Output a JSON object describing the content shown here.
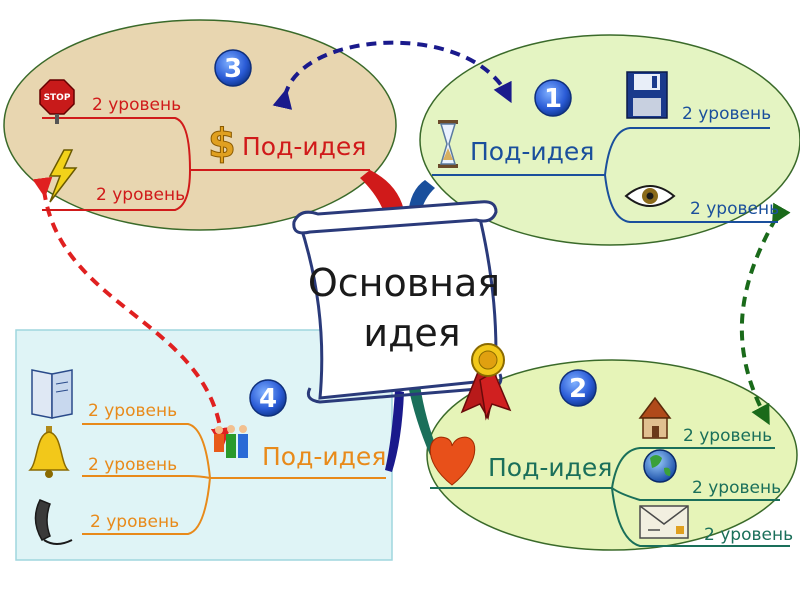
{
  "main_idea": {
    "line1": "Основная",
    "line2": "идея"
  },
  "branches": [
    {
      "number": "1",
      "title": "Под-идея",
      "color": "#1a4f9c",
      "items": [
        "2 уровень",
        "2 уровень"
      ],
      "icons": [
        "hourglass-icon",
        "floppy-disk-icon",
        "eye-icon"
      ]
    },
    {
      "number": "2",
      "title": "Под-идея",
      "color": "#1a6f5a",
      "items": [
        "2 уровень",
        "2 уровень",
        "2 уровень"
      ],
      "icons": [
        "heart-icon",
        "house-icon",
        "globe-icon",
        "envelope-icon"
      ]
    },
    {
      "number": "3",
      "title": "Под-идея",
      "color": "#d01a1a",
      "items": [
        "2 уровень",
        "2 уровень"
      ],
      "icons": [
        "dollar-icon",
        "stop-sign-icon",
        "lightning-icon"
      ]
    },
    {
      "number": "4",
      "title": "Под-идея",
      "color": "#e88a1a",
      "items": [
        "2 уровень",
        "2 уровень",
        "2 уровень"
      ],
      "icons": [
        "people-icon",
        "book-icon",
        "bell-icon",
        "telephone-icon"
      ]
    }
  ],
  "stop_sign_text": "STOP",
  "colors": {
    "oval_1": "#e4f4c2",
    "oval_2": "#e6f4b8",
    "oval_3": "#e8d6b0",
    "panel_4": "#dff4f6",
    "badge": "#2a5bd6",
    "arrow_blue": "#1a1a8c",
    "arrow_green": "#1a6a1a",
    "arrow_red": "#e02020"
  }
}
